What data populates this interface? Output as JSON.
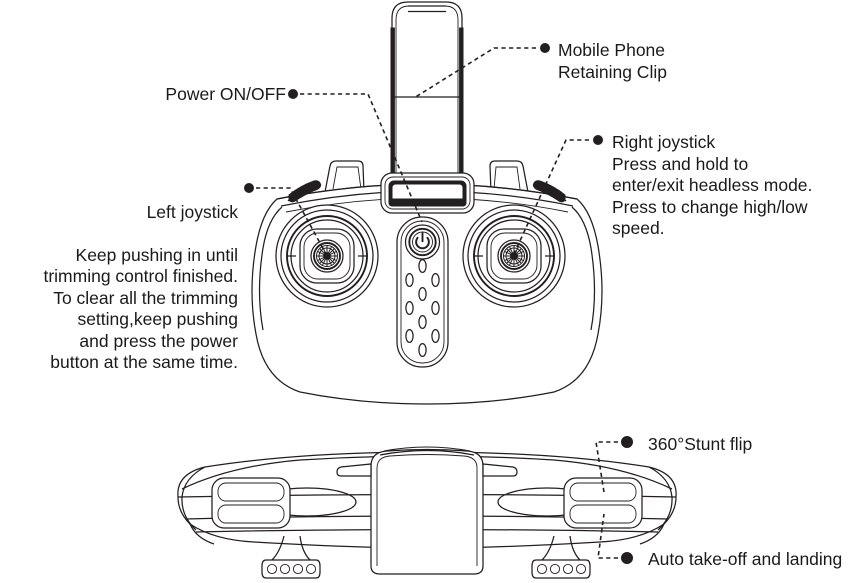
{
  "diagram": {
    "title": "Remote controller callout diagram",
    "line_color": "#231f20",
    "text_color": "#1a1a1a",
    "background": "#ffffff"
  },
  "callouts": {
    "power": {
      "label": "Power ON/OFF",
      "bullet": "leader-bullet"
    },
    "mobile_clip": {
      "label": "Mobile Phone\nRetaining Clip",
      "bullet": "leader-bullet"
    },
    "left_joystick": {
      "heading": "Left joystick",
      "body": "Keep pushing in until\ntrimming control finished.\nTo clear all the trimming\nsetting,keep pushing\nand press the power\nbutton at the same time.",
      "bullet": "leader-bullet"
    },
    "right_joystick": {
      "label": "Right joystick\nPress and hold to\nenter/exit headless mode.\nPress to change high/low\nspeed.",
      "bullet": "leader-bullet"
    },
    "stunt_flip": {
      "label": "360°Stunt flip",
      "bullet": "leader-bullet"
    },
    "auto_takeoff": {
      "label": "Auto take-off and landing",
      "bullet": "leader-bullet"
    }
  },
  "parts": {
    "phone_clip": "phone-retaining-clip",
    "display_window": "display-window",
    "power_button": "power-button",
    "speaker_grille": "speaker-grille",
    "left_stick": "left-joystick",
    "right_stick": "right-joystick",
    "left_shoulder": "left-shoulder-trigger",
    "right_shoulder": "right-shoulder-trigger",
    "rear_left_buttons": "rear-left-button-pair",
    "rear_right_buttons": "rear-right-button-pair",
    "rear_body": "rear-view-body",
    "rear_left_foot": "rear-left-foot",
    "rear_right_foot": "rear-right-foot"
  }
}
